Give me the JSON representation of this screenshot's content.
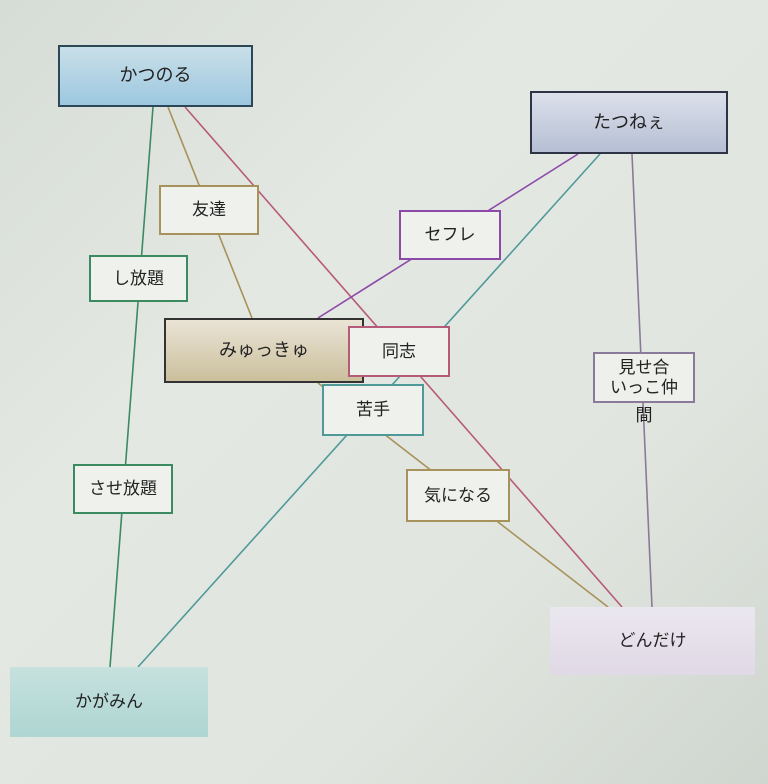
{
  "nodes": {
    "katsunoru": "かつのる",
    "tatsunee": "たつねぇ",
    "myukkyu": "みゅっきゅ",
    "dondake": "どんだけ",
    "kagamin": "かがみん"
  },
  "edge_labels": {
    "tomodachi": "友達",
    "shihoudai": "し放題",
    "sefure": "セフレ",
    "doushi": "同志",
    "nigate": "苦手",
    "kininaru": "気になる",
    "sasehoudai": "させ放題",
    "miseai": [
      "見せ合",
      "いっこ仲",
      "間"
    ]
  },
  "edges": [
    {
      "from": "katsunoru",
      "to": "myukkyu",
      "label": "tomodachi",
      "color": "#a6925a"
    },
    {
      "from": "katsunoru",
      "to": "kagamin",
      "label": "shihoudai",
      "color": "#3c8a62"
    },
    {
      "from": "katsunoru",
      "to": "dondake",
      "label": "doushi",
      "color": "#b65a7a"
    },
    {
      "from": "tatsunee",
      "to": "myukkyu",
      "label": "sefure",
      "color": "#8c4aa8"
    },
    {
      "from": "tatsunee",
      "to": "kagamin",
      "label": "nigate",
      "color": "#4f9a98"
    },
    {
      "from": "tatsunee",
      "to": "dondake",
      "label": "miseai",
      "color": "#8a7a9a"
    },
    {
      "from": "myukkyu",
      "to": "dondake",
      "label": "kininaru",
      "color": "#a6925a"
    },
    {
      "from": "kagamin",
      "to": "katsunoru",
      "label": "sasehoudai",
      "color": "#3c8a62"
    }
  ]
}
